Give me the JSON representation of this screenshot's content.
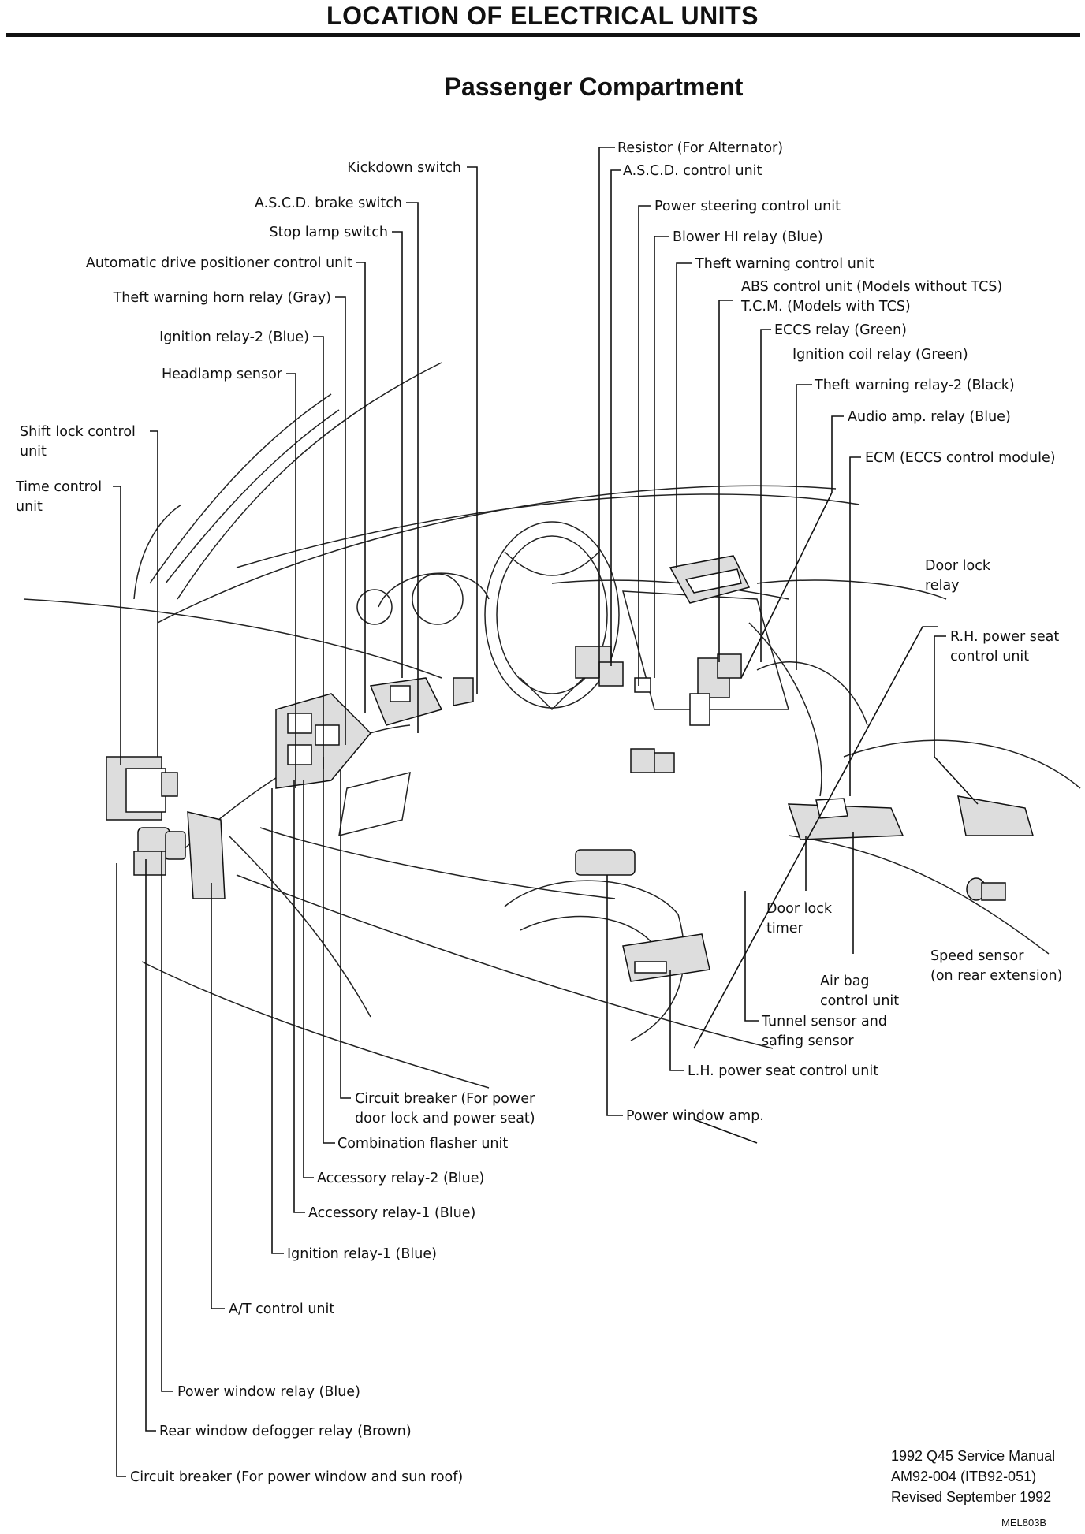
{
  "header": {
    "title": "LOCATION OF ELECTRICAL UNITS",
    "subtitle": "Passenger Compartment"
  },
  "labels": [
    {
      "id": "kickdown",
      "text": "Kickdown switch"
    },
    {
      "id": "ascd-brake",
      "text": "A.S.C.D. brake switch"
    },
    {
      "id": "stop-lamp",
      "text": "Stop lamp switch"
    },
    {
      "id": "adp",
      "text": "Automatic drive positioner control unit"
    },
    {
      "id": "theft-horn",
      "text": "Theft warning horn relay (Gray)"
    },
    {
      "id": "ign2",
      "text": "Ignition relay-2 (Blue)"
    },
    {
      "id": "headlamp",
      "text": "Headlamp sensor"
    },
    {
      "id": "shift-lock-1",
      "text": "Shift lock control"
    },
    {
      "id": "shift-lock-2",
      "text": "unit"
    },
    {
      "id": "time-ctrl-1",
      "text": "Time control"
    },
    {
      "id": "time-ctrl-2",
      "text": "unit"
    },
    {
      "id": "resistor",
      "text": "Resistor (For Alternator)"
    },
    {
      "id": "ascd-ctrl",
      "text": "A.S.C.D. control unit"
    },
    {
      "id": "ps-ctrl",
      "text": "Power steering control unit"
    },
    {
      "id": "blower",
      "text": "Blower HI relay (Blue)"
    },
    {
      "id": "theft-ctrl",
      "text": "Theft warning control unit"
    },
    {
      "id": "abs-1",
      "text": "ABS control unit (Models without TCS)"
    },
    {
      "id": "abs-2",
      "text": "T.C.M. (Models with TCS)"
    },
    {
      "id": "eccs-relay",
      "text": "ECCS relay (Green)"
    },
    {
      "id": "ign-coil",
      "text": "Ignition coil relay (Green)"
    },
    {
      "id": "theft2",
      "text": "Theft warning relay-2 (Black)"
    },
    {
      "id": "audio",
      "text": "Audio amp. relay (Blue)"
    },
    {
      "id": "ecm",
      "text": "ECM (ECCS control module)"
    },
    {
      "id": "door-lock-relay-1",
      "text": "Door lock"
    },
    {
      "id": "door-lock-relay-2",
      "text": "relay"
    },
    {
      "id": "rh-seat-1",
      "text": "R.H. power seat"
    },
    {
      "id": "rh-seat-2",
      "text": "control unit"
    },
    {
      "id": "door-timer-1",
      "text": "Door lock"
    },
    {
      "id": "door-timer-2",
      "text": "timer"
    },
    {
      "id": "speed-1",
      "text": "Speed sensor"
    },
    {
      "id": "speed-2",
      "text": "(on rear extension)"
    },
    {
      "id": "airbag-1",
      "text": "Air bag"
    },
    {
      "id": "airbag-2",
      "text": "control unit"
    },
    {
      "id": "tunnel-1",
      "text": "Tunnel sensor and"
    },
    {
      "id": "tunnel-2",
      "text": "safing sensor"
    },
    {
      "id": "lh-seat",
      "text": "L.H. power seat control unit"
    },
    {
      "id": "cb-door-1",
      "text": "Circuit breaker (For power"
    },
    {
      "id": "cb-door-2",
      "text": "door lock and power seat)"
    },
    {
      "id": "pw-amp",
      "text": "Power window amp."
    },
    {
      "id": "flasher",
      "text": "Combination flasher unit"
    },
    {
      "id": "acc2",
      "text": "Accessory relay-2 (Blue)"
    },
    {
      "id": "acc1",
      "text": "Accessory relay-1 (Blue)"
    },
    {
      "id": "ign1",
      "text": "Ignition relay-1 (Blue)"
    },
    {
      "id": "at-ctrl",
      "text": "A/T control unit"
    },
    {
      "id": "pw-relay",
      "text": "Power window relay (Blue)"
    },
    {
      "id": "defog",
      "text": "Rear window defogger relay (Brown)"
    },
    {
      "id": "cb-window",
      "text": "Circuit breaker (For power window and sun roof)"
    }
  ],
  "footer": {
    "line1": "1992 Q45 Service Manual",
    "line2": "AM92-004 (ITB92-051)",
    "line3": "Revised September 1992",
    "code": "MEL803B"
  }
}
